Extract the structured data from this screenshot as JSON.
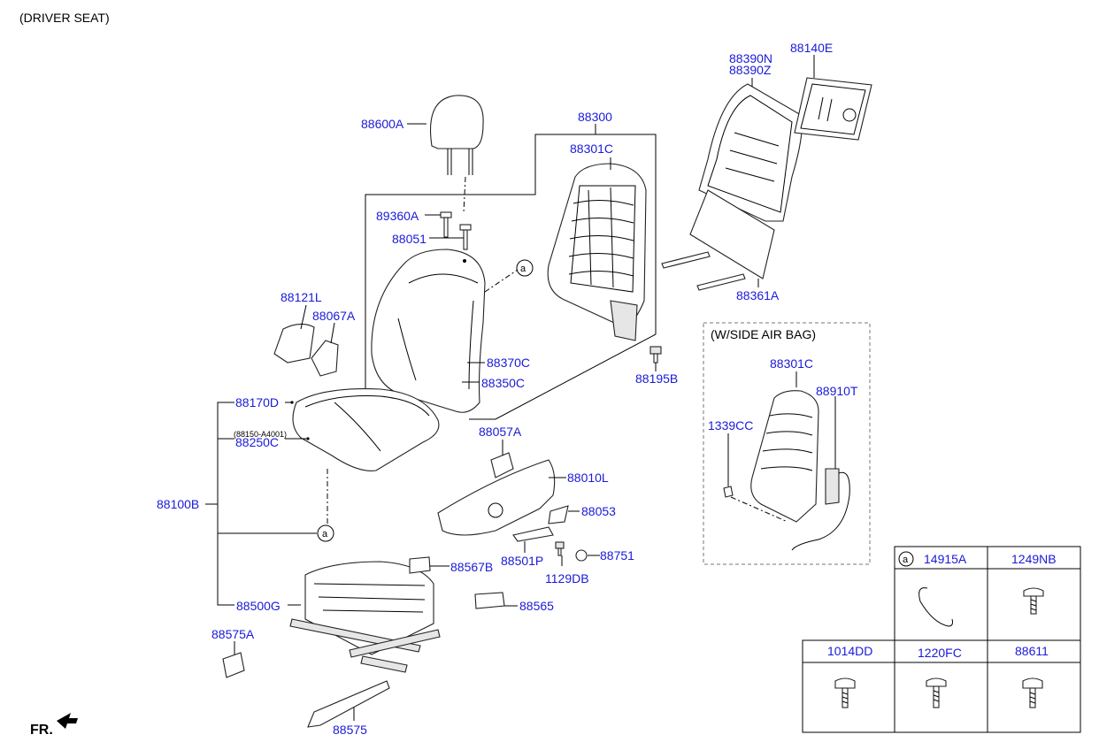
{
  "title": "(DRIVER SEAT)",
  "fr_label": "FR.",
  "subassembly_note": "(88150-A4001)",
  "side_airbag_title": "(W/SIDE AIR BAG)",
  "callout_letter": "a",
  "parts": {
    "p88600A": "88600A",
    "p89360A": "89360A",
    "p88051": "88051",
    "p88300": "88300",
    "p88301C": "88301C",
    "p88390N": "88390N",
    "p88390Z": "88390Z",
    "p88140E": "88140E",
    "p88361A": "88361A",
    "p88121L": "88121L",
    "p88067A": "88067A",
    "p88370C": "88370C",
    "p88350C": "88350C",
    "p88195B": "88195B",
    "p88170D": "88170D",
    "p88250C": "88250C",
    "p88100B": "88100B",
    "p88057A": "88057A",
    "p88010L": "88010L",
    "p88053": "88053",
    "p88501P": "88501P",
    "p88751": "88751",
    "p1129DB": "1129DB",
    "p88567B": "88567B",
    "p88565": "88565",
    "p88500G": "88500G",
    "p88575A": "88575A",
    "p88575": "88575",
    "p88301C_sab": "88301C",
    "p88910T": "88910T",
    "p1339CC": "1339CC"
  },
  "fastener_table": {
    "row1": [
      "14915A",
      "1249NB"
    ],
    "row2": [
      "1014DD",
      "1220FC",
      "88611"
    ]
  }
}
